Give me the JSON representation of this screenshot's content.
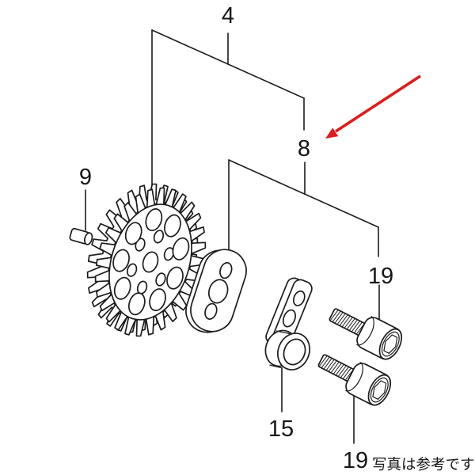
{
  "diagram": {
    "type": "exploded-parts-diagram",
    "background_color": "#ffffff",
    "line_color": "#1c1c1c",
    "arrow_color": "#dd1c1c",
    "part_labels": {
      "gear_assembly": "4",
      "pump_sub_assembly": "8",
      "dowel_pin": "9",
      "bracket": "15",
      "bolt_upper": "19",
      "bolt_lower": "19"
    },
    "caption": "写真は参考です"
  }
}
